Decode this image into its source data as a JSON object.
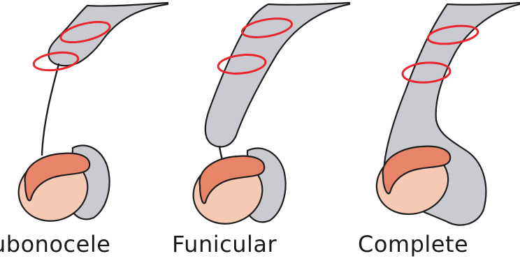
{
  "labels": {
    "bubonocele": "ubonocele",
    "funicular": "Funicular",
    "complete": "Complete"
  },
  "colors": {
    "hernia_sac": "#c9cbd1",
    "ring": "#e8262c",
    "testis": "#f6c9b4",
    "epididymis": "#e88468",
    "outline": "#1e1e1e"
  },
  "icons": [
    "inguinal-ring-icon",
    "hernia-sac-icon",
    "testis-icon",
    "epididymis-icon",
    "spermatic-cord-icon"
  ]
}
